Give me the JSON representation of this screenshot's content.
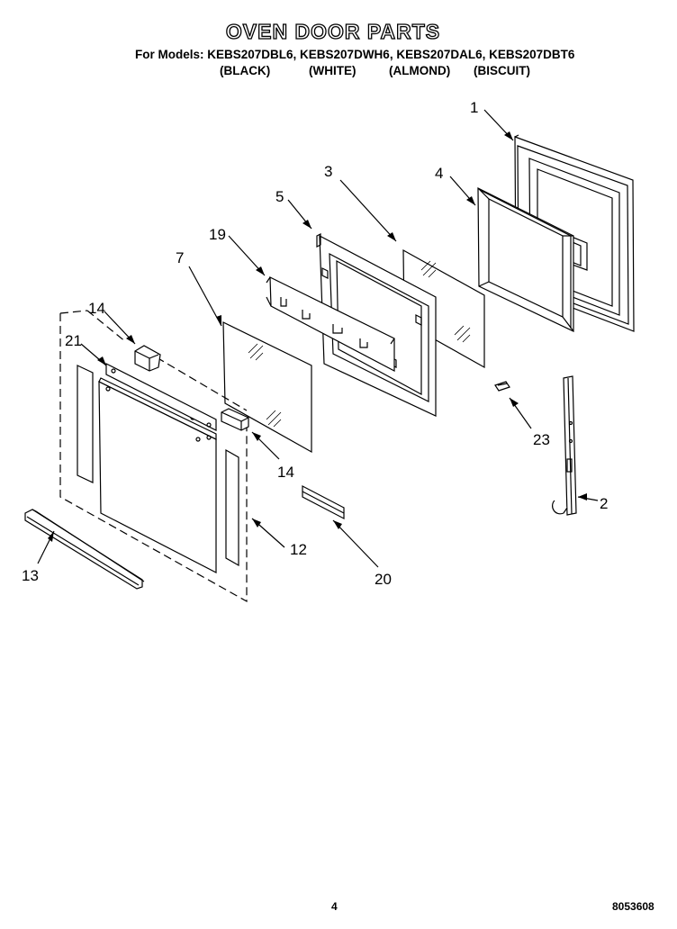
{
  "header": {
    "title": "OVEN DOOR PARTS",
    "models": "For Models: KEBS207DBL6, KEBS207DWH6, KEBS207DAL6, KEBS207DBT6",
    "colors": [
      "(BLACK)",
      "(WHITE)",
      "(ALMOND)",
      "(BISCUIT)"
    ]
  },
  "labels": {
    "p1": "1",
    "p2": "2",
    "p3": "3",
    "p4": "4",
    "p5": "5",
    "p7": "7",
    "p12": "12",
    "p13": "13",
    "p14a": "14",
    "p14b": "14",
    "p19": "19",
    "p20": "20",
    "p21": "21",
    "p23": "23"
  },
  "footer": {
    "page": "4",
    "ref": "8053608"
  }
}
